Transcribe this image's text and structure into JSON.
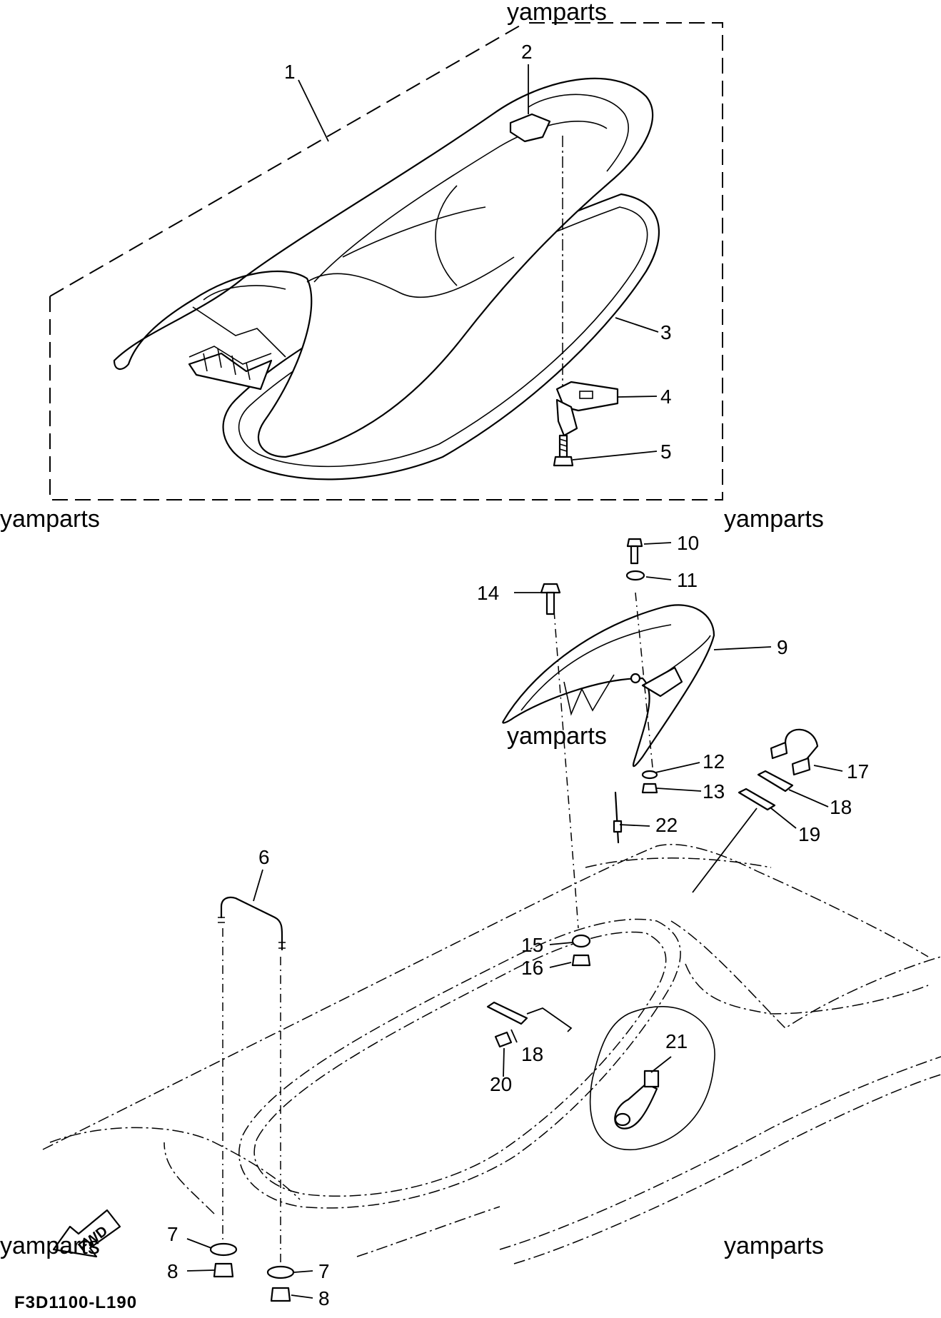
{
  "watermarks": [
    "yamparts",
    "yamparts",
    "yamparts",
    "yamparts",
    "yamparts",
    "yamparts"
  ],
  "part_numbers": {
    "p1": "1",
    "p2": "2",
    "p3": "3",
    "p4": "4",
    "p5": "5",
    "p6": "6",
    "p7a": "7",
    "p7b": "7",
    "p8a": "8",
    "p8b": "8",
    "p9": "9",
    "p10": "10",
    "p11": "11",
    "p12": "12",
    "p13": "13",
    "p14": "14",
    "p15": "15",
    "p16": "16",
    "p17": "17",
    "p18a": "18",
    "p18b": "18",
    "p19": "19",
    "p20": "20",
    "p21": "21",
    "p22": "22"
  },
  "fwd_label": "FWD",
  "drawing_code": "F3D1100-L190"
}
